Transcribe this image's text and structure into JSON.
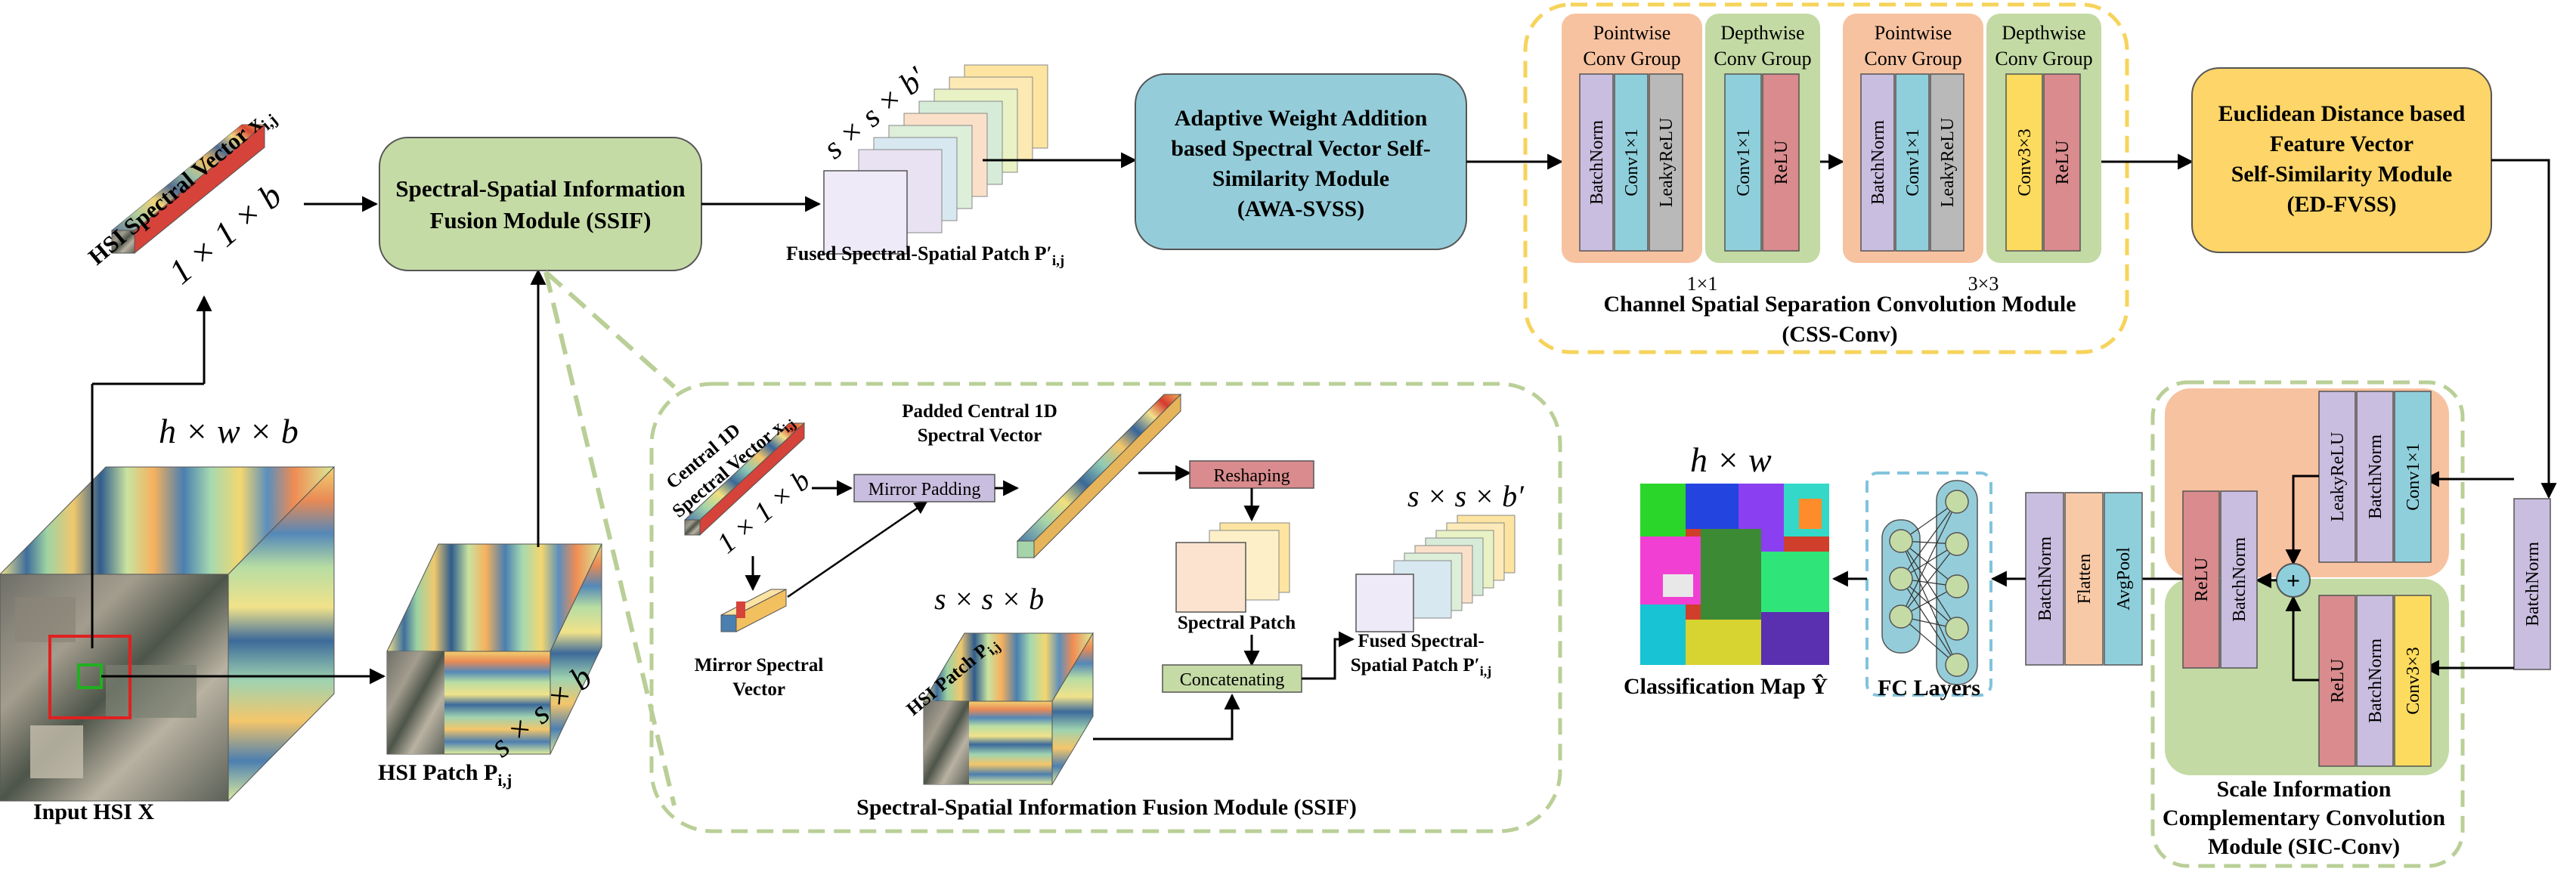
{
  "input": {
    "cube_dims": "h × w × b",
    "caption": "Input HSI X"
  },
  "spectral_vector": {
    "label": "HSI Spectral Vector x",
    "label_sub": "i,j",
    "dims": "1 × 1 × b"
  },
  "hsi_patch": {
    "caption": "HSI Patch P",
    "caption_sub": "i,j",
    "dims": "s × s × b"
  },
  "ssif_box": {
    "line1": "Spectral-Spatial Information",
    "line2": "Fusion Module (SSIF)"
  },
  "fused_patch": {
    "dims": "s × s × b′",
    "caption": "Fused Spectral-Spatial Patch P′",
    "caption_sub": "i,j"
  },
  "awa_box": {
    "line1": "Adaptive Weight Addition",
    "line2": "based Spectral Vector Self-",
    "line3": "Similarity Module",
    "line4": "(AWA-SVSS)"
  },
  "css_conv": {
    "group1_title": [
      "Pointwise",
      "Conv Group"
    ],
    "group1_layers": [
      "BatchNorm",
      "Conv1×1",
      "LeakyReLU"
    ],
    "group2_title": [
      "Depthwise",
      "Conv Group"
    ],
    "group2_layers": [
      "Conv1×1",
      "ReLU"
    ],
    "group3_title": [
      "Pointwise",
      "Conv Group"
    ],
    "group3_layers": [
      "BatchNorm",
      "Conv1×1",
      "LeakyReLU"
    ],
    "group4_title": [
      "Depthwise",
      "Conv Group"
    ],
    "group4_layers": [
      "Conv3×3",
      "ReLU"
    ],
    "kernel1": "1×1",
    "kernel2": "3×3",
    "title_line1": "Channel Spatial Separation Convolution Module",
    "title_line2": "(CSS-Conv)"
  },
  "ed_box": {
    "line1": "Euclidean Distance based",
    "line2": "Feature Vector",
    "line3": "Self-Similarity Module",
    "line4": "(ED-FVSS)"
  },
  "sic_conv": {
    "side_layer": "BatchNorm",
    "upper_layers": [
      "LeakyReLU",
      "BatchNorm",
      "Conv1×1"
    ],
    "lower_layers": [
      "ReLU",
      "BatchNorm",
      "Conv3×3"
    ],
    "merge_layers": [
      "ReLU",
      "BatchNorm"
    ],
    "plus": "+",
    "title_line1": "Scale Information",
    "title_line2": "Complementary Convolution",
    "title_line3": "Module (SIC-Conv)"
  },
  "head_layers": [
    "BatchNorm",
    "Flatten",
    "AvgPool"
  ],
  "fc_caption": "FC Layers",
  "class_map": {
    "dims": "h × w",
    "caption": "Classification Map Ŷ"
  },
  "ssif_detail": {
    "central_label": [
      "Central 1D",
      "Spectral Vector x"
    ],
    "central_sub": "i,j",
    "central_dims": "1 × 1 × b",
    "mirror_padding": "Mirror Padding",
    "mirror_vector": [
      "Mirror Spectral",
      "Vector"
    ],
    "padded_label": [
      "Padded Central 1D",
      "Spectral Vector"
    ],
    "reshaping": "Reshaping",
    "spectral_patch": "Spectral Patch",
    "hsi_patch_label": "HSI Patch P",
    "hsi_patch_sub": "i,j",
    "hsi_patch_dims": "s × s × b",
    "concatenating": "Concatenating",
    "fused_dims": "s × s × b′",
    "fused_label": [
      "Fused Spectral-",
      "Spatial Patch P′"
    ],
    "fused_sub": "i,j",
    "title": "Spectral-Spatial Information Fusion Module (SSIF)"
  },
  "colors": {
    "ssif_green": "#c5dba6",
    "awa_blue": "#94cdd9",
    "ed_yellow": "#fdd568",
    "pointwise_orange": "#f7c2a0",
    "depthwise_green": "#c3daa4",
    "batchnorm_purple": "#c9bedf",
    "conv_blue": "#8fcfdb",
    "leaky_gray": "#b9b9b9",
    "relu_red": "#d98b8d",
    "conv3_yellow": "#fddb5e",
    "flatten_orange": "#f8c9a6",
    "dashed_yellow": "#f6d35a",
    "dashed_green": "#b9cf97",
    "dashed_blue": "#82c3dc"
  }
}
